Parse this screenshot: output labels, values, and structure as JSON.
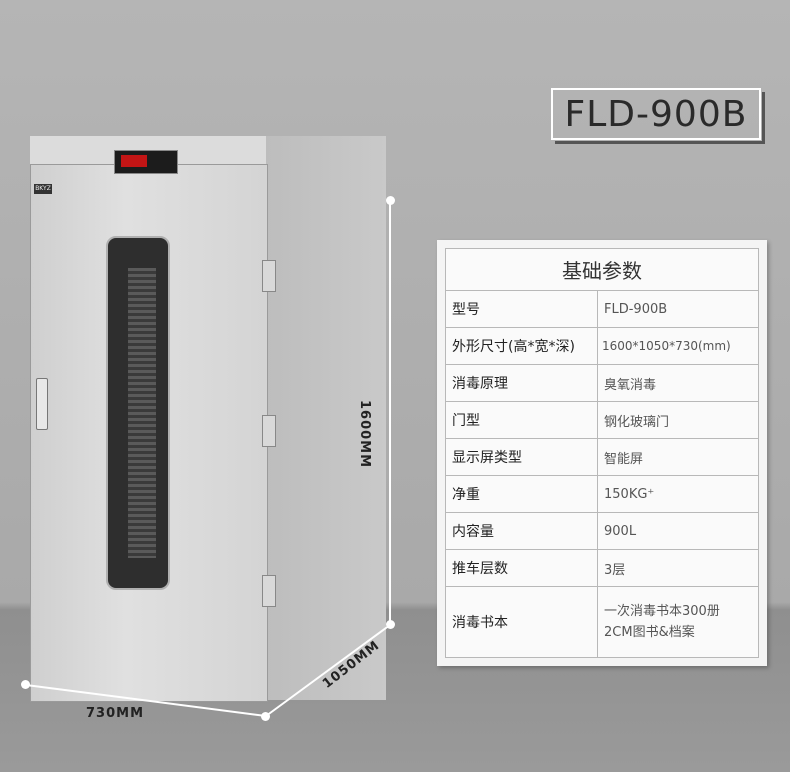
{
  "model": "FLD-900B",
  "brand_badge": "BKYZ",
  "dimensions": {
    "height": "1600MM",
    "depth": "1050MM",
    "width": "730MM"
  },
  "spec_table": {
    "title": "基础参数",
    "rows": [
      {
        "label": "型号",
        "value": "FLD-900B"
      },
      {
        "label": "外形尺寸(高*宽*深)",
        "value": "1600*1050*730(mm)"
      },
      {
        "label": "消毒原理",
        "value": "臭氧消毒"
      },
      {
        "label": "门型",
        "value": "钢化玻璃门"
      },
      {
        "label": "显示屏类型",
        "value": "智能屏"
      },
      {
        "label": "净重",
        "value": "150KG⁺"
      },
      {
        "label": "内容量",
        "value": "900L"
      },
      {
        "label": "推车层数",
        "value": "3层"
      },
      {
        "label": "消毒书本",
        "value_line1": "一次消毒书本300册",
        "value_line2": "2CM图书&档案"
      }
    ]
  }
}
